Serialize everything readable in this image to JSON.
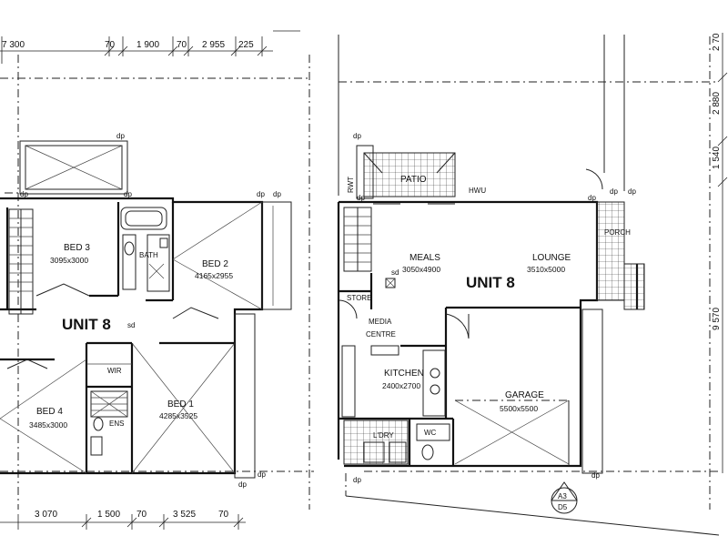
{
  "plan": {
    "upper": {
      "unit_label": "UNIT 8",
      "rooms": {
        "bed3": {
          "name": "BED 3",
          "size": "3095x3000"
        },
        "bed2": {
          "name": "BED 2",
          "size": "4165x2955"
        },
        "bath": {
          "name": "BATH"
        },
        "bed4": {
          "name": "BED 4",
          "size": "3485x3000"
        },
        "bed1": {
          "name": "BED 1",
          "size": "4285x3525"
        },
        "wir": {
          "name": "WIR"
        },
        "ens": {
          "name": "ENS"
        }
      },
      "dims_top": [
        "7 300",
        "70",
        "1 900",
        "70",
        "2 955",
        "225"
      ],
      "dims_bottom": [
        "3 070",
        "1 500",
        "70",
        "3 525",
        "70"
      ],
      "dp_labels": [
        "dp",
        "dp",
        "dp",
        "dp",
        "dp",
        "dp",
        "dp"
      ],
      "sd_label": "sd"
    },
    "ground": {
      "unit_label": "UNIT 8",
      "rooms": {
        "meals": {
          "name": "MEALS",
          "size": "3050x4900"
        },
        "lounge": {
          "name": "LOUNGE",
          "size": "3510x5000"
        },
        "kitchen": {
          "name": "KITCHEN",
          "size": "2400x2700"
        },
        "garage": {
          "name": "GARAGE",
          "size": "5500x5500"
        },
        "media_1": "MEDIA",
        "media_2": "CENTRE",
        "store": "STORE",
        "patio": "PATIO",
        "porch": "PORCH",
        "rwt": "RWT",
        "hwu": "HWU",
        "ldry": "L'DRY",
        "wc": "WC"
      },
      "dims_right": [
        "2 70",
        "2 880",
        "1 540",
        "9 570"
      ],
      "dp_labels": [
        "dp",
        "dp",
        "dp",
        "dp",
        "dp",
        "dp",
        "dp"
      ],
      "sd_label": "sd"
    },
    "section_marker": {
      "top": "A3",
      "bottom": "D5"
    }
  }
}
